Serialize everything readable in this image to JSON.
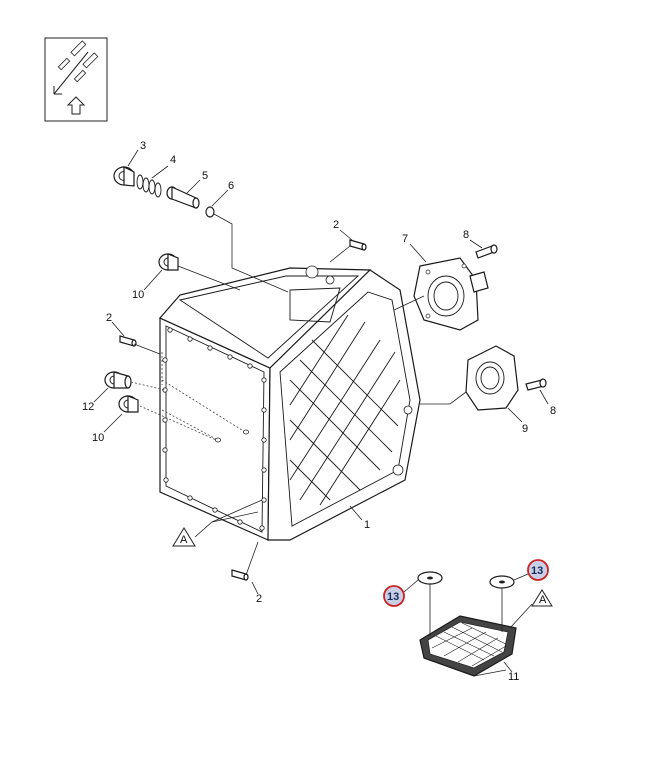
{
  "labels": {
    "p1": "1",
    "p2a": "2",
    "p2b": "2",
    "p2c": "2",
    "p3": "3",
    "p4": "4",
    "p5": "5",
    "p6": "6",
    "p7": "7",
    "p8a": "8",
    "p8b": "8",
    "p9": "9",
    "p10a": "10",
    "p10b": "10",
    "p11": "11",
    "p12": "12",
    "p13a": "13",
    "p13b": "13",
    "refA1": "A",
    "refA2": "A"
  },
  "highlight_colors": {
    "ring": "#cc2222",
    "fill": "#c8d0e8",
    "text": "#1a2b5a"
  }
}
